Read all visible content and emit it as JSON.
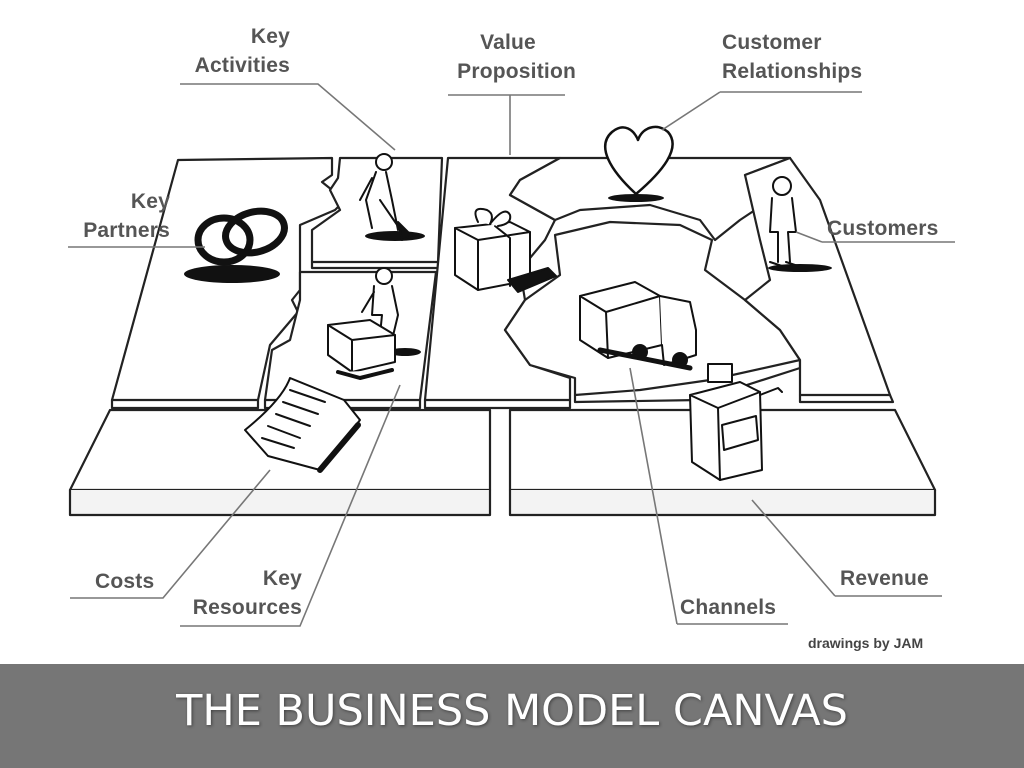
{
  "labels": {
    "key_activities": [
      "Key",
      "Activities"
    ],
    "value_proposition": [
      "Value",
      "Proposition"
    ],
    "customer_relationships": [
      "Customer",
      "Relationships"
    ],
    "key_partners": [
      "Key",
      "Partners"
    ],
    "customers": [
      "Customers"
    ],
    "costs": [
      "Costs"
    ],
    "key_resources": [
      "Key",
      "Resources"
    ],
    "channels": [
      "Channels"
    ],
    "revenue": [
      "Revenue"
    ]
  },
  "credit": "drawings by JAM",
  "banner": {
    "title": "THE BUSINESS MODEL CANVAS",
    "color": "#767676"
  },
  "icons": [
    "linked-rings-icon",
    "worker-icon",
    "person-icon",
    "gift-box-icon",
    "heart-icon",
    "truck-icon",
    "cash-register-icon",
    "document-icon"
  ]
}
